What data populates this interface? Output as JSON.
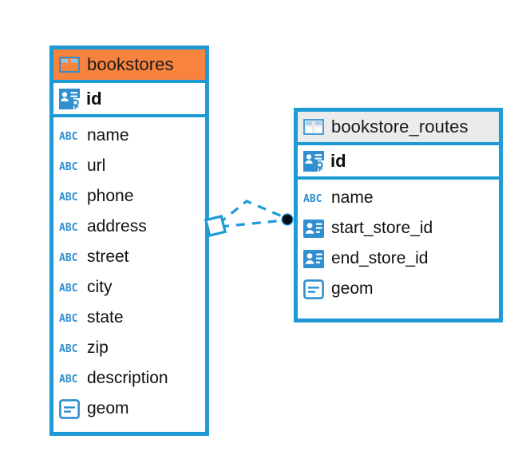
{
  "diagram": {
    "type": "entity-relationship-diagram",
    "background": "#ffffff",
    "accent_border": "#1e9bd7",
    "relationship_line_color": "#1e9bd7"
  },
  "entities": [
    {
      "id": "bookstores",
      "title": "bookstores",
      "header_color": "#f8833f",
      "header_icon": "table-icon",
      "primary_key": {
        "name": "id",
        "icon": "primary-key-icon"
      },
      "fields": [
        {
          "name": "name",
          "icon": "abc-text-icon"
        },
        {
          "name": "url",
          "icon": "abc-text-icon"
        },
        {
          "name": "phone",
          "icon": "abc-text-icon"
        },
        {
          "name": "address",
          "icon": "abc-text-icon"
        },
        {
          "name": "street",
          "icon": "abc-text-icon"
        },
        {
          "name": "city",
          "icon": "abc-text-icon"
        },
        {
          "name": "state",
          "icon": "abc-text-icon"
        },
        {
          "name": "zip",
          "icon": "abc-text-icon"
        },
        {
          "name": "description",
          "icon": "abc-text-icon"
        },
        {
          "name": "geom",
          "icon": "geometry-icon"
        }
      ]
    },
    {
      "id": "bookstore_routes",
      "title": "bookstore_routes",
      "header_color": "#ebebeb",
      "header_icon": "table-icon",
      "primary_key": {
        "name": "id",
        "icon": "primary-key-icon"
      },
      "fields": [
        {
          "name": "name",
          "icon": "abc-text-icon"
        },
        {
          "name": "start_store_id",
          "icon": "foreign-key-icon"
        },
        {
          "name": "end_store_id",
          "icon": "foreign-key-icon"
        },
        {
          "name": "geom",
          "icon": "geometry-icon"
        }
      ]
    }
  ],
  "relationship": {
    "from": "bookstores",
    "to": "bookstore_routes",
    "line_style": "dashed",
    "source_marker": "diamond-outline",
    "target_marker": "filled-circle",
    "target_marker_color": "#0b0b14"
  }
}
